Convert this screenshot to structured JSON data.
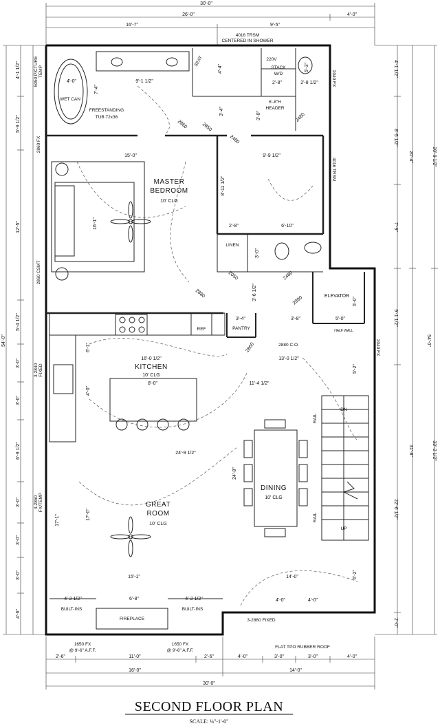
{
  "title": "SECOND FLOOR PLAN",
  "scale": "SCALE: ¼\"-1'-0\"",
  "rooms": {
    "master_bedroom": {
      "line1": "MASTER",
      "line2": "BEDROOM",
      "clg": "10' CLG"
    },
    "kitchen": {
      "name": "KITCHEN",
      "clg": "10' CLG"
    },
    "great_room": {
      "line1": "GREAT",
      "line2": "ROOM",
      "clg": "10' CLG"
    },
    "dining": {
      "name": "DINING",
      "clg": "10' CLG"
    },
    "elevator": "ELEVATOR",
    "pantry": "PANTRY",
    "linen": "LINEN",
    "fireplace": "FIREPLACE",
    "ref": "REF",
    "stack": {
      "line1": "STACK",
      "line2": "W/D"
    },
    "v220": "220V"
  },
  "notes": {
    "shower_trsm_1": "4016 TRSM",
    "shower_trsm_2": "CENTERED IN SHOWER",
    "tub_1": "FREESTANDING",
    "tub_2": "TUB 72x36",
    "wet_can": "WET CAN",
    "seat": "SEAT",
    "header_1": "6'-8\"H",
    "header_2": "HEADER",
    "builtins_l": "BUILT-INS",
    "builtins_r": "BUILT-INS",
    "fixed_bottom": "3-2860 FIXED",
    "flat_roof": "FLAT TPO RUBBER ROOF",
    "co": "2880 C.O.",
    "dn": "DN",
    "up": "UP",
    "rail_top": "RAIL",
    "rail_bottom": "RAIL",
    "half_wall": "HALF WALL",
    "aff_left_1": "1650 FX",
    "aff_left_2": "@ 9'-6\" A.F.F.",
    "aff_right_1": "1650 FX",
    "aff_right_2": "@ 9'-6\" A.F.F."
  },
  "dims_top": {
    "d1": "30'-0\"",
    "d2": "26'-0\"",
    "d3": "4'-0\"",
    "d4": "16'-7\"",
    "d5": "9'-5\""
  },
  "dims_bottom": {
    "d1": "2'-6\"",
    "d2": "11'-0\"",
    "d3": "2'-6\"",
    "d4": "4'-0\"",
    "d5": "3'-0\"",
    "d6": "3'-0\"",
    "d7": "4'-0\"",
    "d8": "16'-0\"",
    "d9": "14'-0\"",
    "d10": "30'-0\""
  },
  "dims_left": {
    "l1": "4'-1 1/2\"",
    "l2": "5'-9 1/2\"",
    "l3": "12'-5\"",
    "l4": "5'-4 1/2\"",
    "l5": "3'-0\"",
    "l6": "3'-0\"",
    "l7": "6'-9 1/2\"",
    "l8": "3'-0\"",
    "l9": "3'-0\"",
    "l10": "3'-0\"",
    "l11": "4'-6\"",
    "l12": "54'-0\"",
    "w1": "5050 PICTURE",
    "w1b": "TEMP",
    "w2": "2860 FX",
    "w3": "2860 CSMT",
    "w4": "3-2840",
    "w4b": "FIXED",
    "w5": "4-2860",
    "w5b": "FX/TEMP"
  },
  "dims_right": {
    "r1": "4'-1 1/2\"",
    "r2": "8'-5 1/2\"",
    "r3": "20'-4\"",
    "r4": "7'-9\"",
    "r5": "9'-1 1/2\"",
    "r6": "31'-8\"",
    "r7": "22'-6 1/2\"",
    "r8": "2'-0\"",
    "r9": "54'-0\"",
    "r10": "20'-9 1/2\"",
    "r11": "33'-2 1/2\"",
    "w1": "2040 FX",
    "w2": "4016 TRSM",
    "w3": "2040 FX"
  },
  "dims_inner": {
    "i1": "4'-0\"",
    "i2": "9'-1 1/2\"",
    "i3": "7'-4\"",
    "i4": "15'-0\"",
    "i5": "16'-1\"",
    "i6": "2860",
    "i7": "2'-8\"",
    "i8": "2'-8 1/2\"",
    "i9": "3'-0\"",
    "i10": "3'-4\"",
    "i11": "2480",
    "i12": "2480",
    "i13": "9'-9 1/2\"",
    "i14": "8'-11 1/2\"",
    "i15": "2'-8\"",
    "i16": "6'-10\"",
    "i17": "3'-0\"",
    "i18": "2050",
    "i19": "2480",
    "i20": "2880",
    "i21": "2880",
    "i22": "3'-6 1/2\"",
    "i23": "3'-4\"",
    "i24": "3'-8\"",
    "i25": "5'-0\"",
    "i26": "5'-0\"",
    "i27": "16'-0 1/2\"",
    "i28": "13'-0 1/2\"",
    "i29": "6'-1\"",
    "i30": "4'-0\"",
    "i31": "8'-0\"",
    "i32": "11'-4 1/2\"",
    "i33": "5'-2\"",
    "i34": "24'-9 1/2\"",
    "i35": "24'-8\"",
    "i36": "17'-0\"",
    "i37": "17'-1\"",
    "i38": "15'-1\"",
    "i39": "14'-0\"",
    "i40": "6'-2\"",
    "i41": "4'-2 1/2\"",
    "i42": "6'-8\"",
    "i43": "4'-2 1/2\"",
    "i44": "2860",
    "i45": "4'-0\"",
    "i46": "4'-0\"",
    "i47": "5'-3\"",
    "i48": "4'-4\"",
    "i49": "2850"
  }
}
